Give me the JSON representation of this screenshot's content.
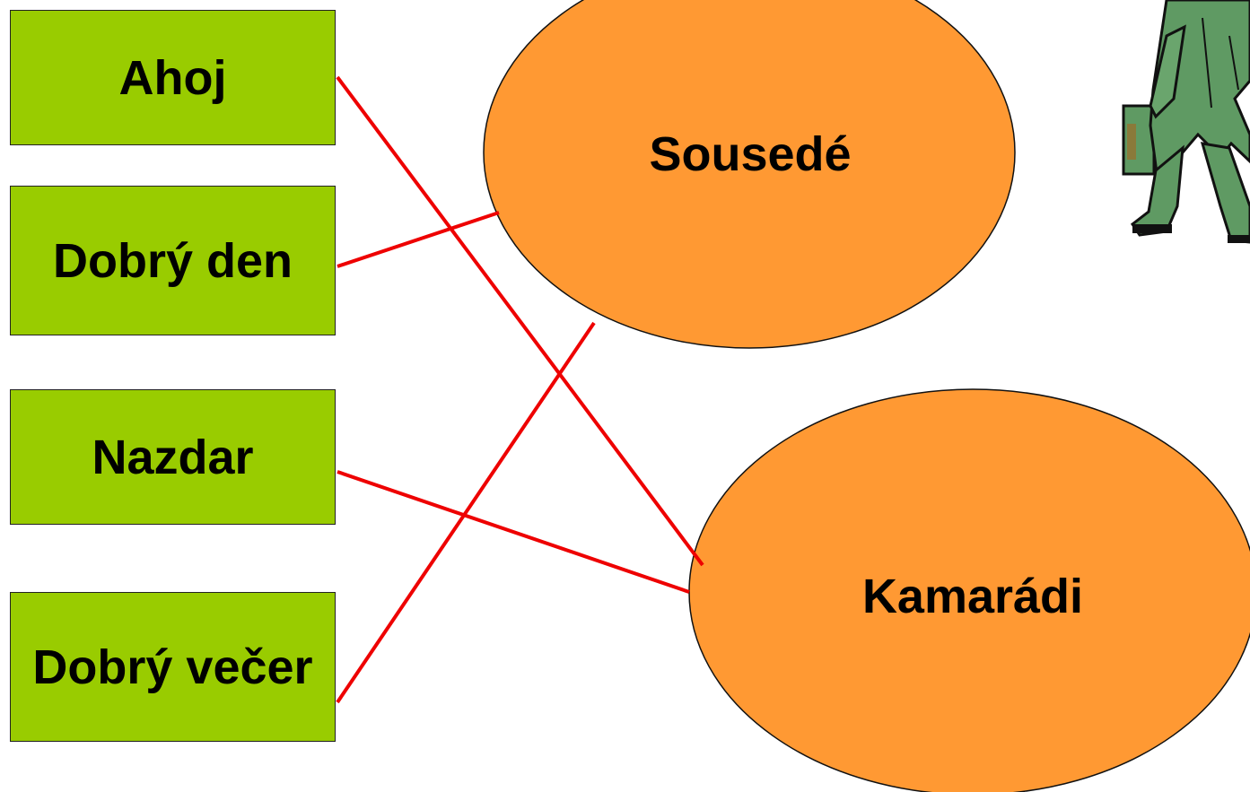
{
  "greetings": [
    {
      "label": "Ahoj"
    },
    {
      "label": "Dobrý den"
    },
    {
      "label": "Nazdar"
    },
    {
      "label": "Dobrý večer"
    }
  ],
  "groups": [
    {
      "label": "Sousedé"
    },
    {
      "label": "Kamarádi"
    }
  ],
  "connections": [
    {
      "from": "Ahoj",
      "to": "Kamarádi"
    },
    {
      "from": "Dobrý den",
      "to": "Sousedé"
    },
    {
      "from": "Nazdar",
      "to": "Kamarádi"
    },
    {
      "from": "Dobrý večer",
      "to": "Sousedé"
    }
  ],
  "colors": {
    "box_fill": "#99cc00",
    "ellipse_fill": "#ff9933",
    "line": "#ee0000",
    "figure_suit": "#5f9a63"
  },
  "icons": {
    "figure": "businessman-walking-icon"
  }
}
